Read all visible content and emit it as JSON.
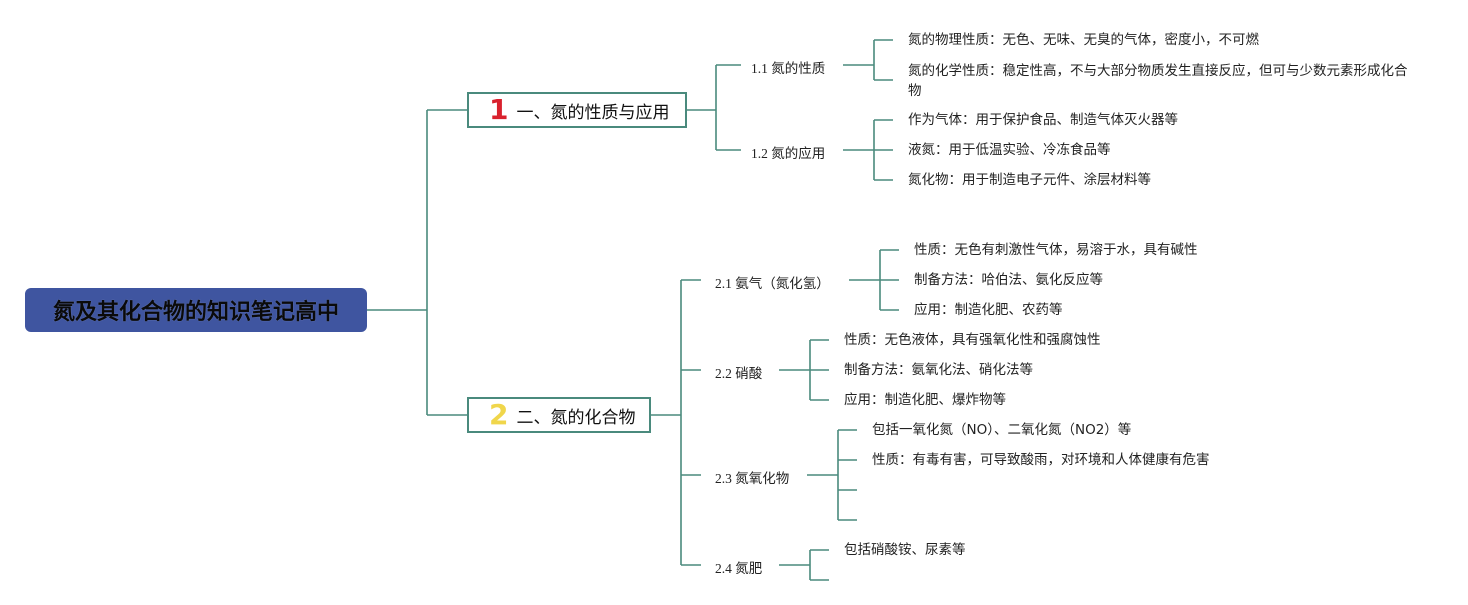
{
  "root": {
    "title": "氮及其化合物的知识笔记高中"
  },
  "branch1": {
    "number": "1",
    "label": "一、氮的性质与应用",
    "sub1": {
      "label": "1.1 氮的性质",
      "leaves": [
        "氮的物理性质：无色、无味、无臭的气体，密度小，不可燃",
        "氮的化学性质：稳定性高，不与大部分物质发生直接反应，但可与少数元素形成化合物"
      ]
    },
    "sub2": {
      "label": "1.2 氮的应用",
      "leaves": [
        "作为气体：用于保护食品、制造气体灭火器等",
        "液氮：用于低温实验、冷冻食品等",
        "氮化物：用于制造电子元件、涂层材料等"
      ]
    }
  },
  "branch2": {
    "number": "2",
    "label": "二、氮的化合物",
    "sub1": {
      "label": "2.1 氨气（氮化氢）",
      "leaves": [
        "性质：无色有刺激性气体，易溶于水，具有碱性",
        "制备方法：哈伯法、氨化反应等",
        "应用：制造化肥、农药等"
      ]
    },
    "sub2": {
      "label": "2.2 硝酸",
      "leaves": [
        "性质：无色液体，具有强氧化性和强腐蚀性",
        "制备方法：氨氧化法、硝化法等",
        "应用：制造化肥、爆炸物等"
      ]
    },
    "sub3": {
      "label": "2.3 氮氧化物",
      "leaves": [
        "包括一氧化氮（NO）、二氧化氮（NO2）等",
        "性质：有毒有害，可导致酸雨，对环境和人体健康有危害"
      ]
    },
    "sub4": {
      "label": "2.4 氮肥",
      "leaves": [
        "包括硝酸铵、尿素等"
      ]
    }
  }
}
